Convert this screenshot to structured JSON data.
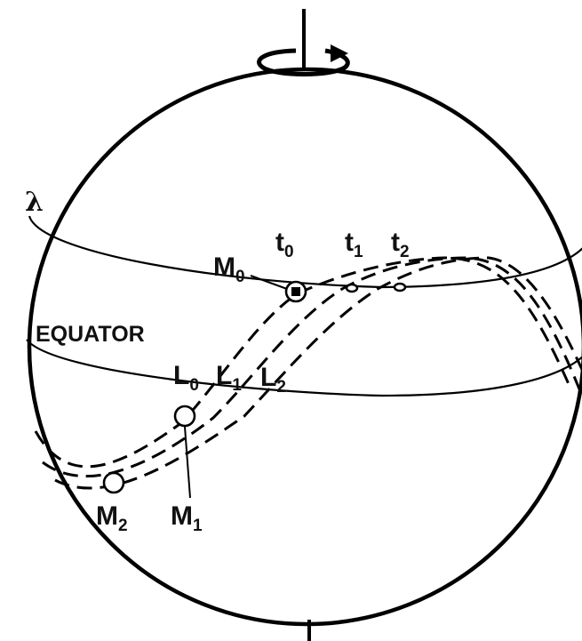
{
  "labels": {
    "lambda": "λ",
    "equator": "EQUATOR",
    "t0": {
      "main": "t",
      "sub": "0"
    },
    "t1": {
      "main": "t",
      "sub": "1"
    },
    "t2": {
      "main": "t",
      "sub": "2"
    },
    "m0": {
      "main": "M",
      "sub": "0"
    },
    "m1": {
      "main": "M",
      "sub": "1"
    },
    "m2": {
      "main": "M",
      "sub": "2"
    },
    "l0": {
      "main": "L",
      "sub": "0"
    },
    "l1": {
      "main": "L",
      "sub": "1"
    },
    "l2": {
      "main": "L",
      "sub": "2"
    }
  },
  "icons": {
    "rotation": "rotation-arrow-icon"
  },
  "colors": {
    "ink": "#000000",
    "background": "#ffffff"
  }
}
